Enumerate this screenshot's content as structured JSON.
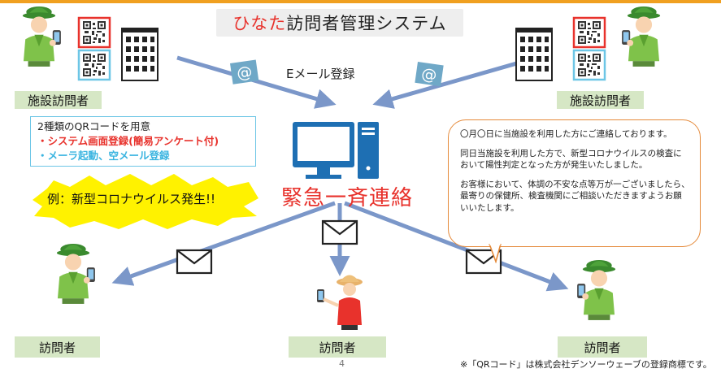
{
  "title": {
    "accent": "ひなた",
    "rest": "訪問者管理システム"
  },
  "labels": {
    "facility_visitor_left": "施設訪問者",
    "facility_visitor_right": "施設訪問者",
    "email_registration": "Eメール登録",
    "emergency_contact": "緊急一斉連絡",
    "visitor_left": "訪問者",
    "visitor_center": "訪問者",
    "visitor_right": "訪問者"
  },
  "qr_info": {
    "line1": "2種類のQRコードを用意",
    "line2": "・システム画面登録(簡易アンケート付)",
    "line3": "・メーラ起動、空メール登録"
  },
  "example": "例：新型コロナウイルス発生!!",
  "notice": {
    "p1": "〇月〇日に当施設を利用した方にご連絡しております。",
    "p2": "同日当施設を利用した方で、新型コロナウイルスの検査において陽性判定となった方が発生いたしました。",
    "p3": "お客様において、体調の不安な点等万が一ございましたら、最寄りの保健所、検査機関にご相談いただきますようお願いいたします。"
  },
  "page_number": "4",
  "footnote": "※「QRコード」は株式会社デンソーウェーブの登録商標です。",
  "colors": {
    "arrow": "#7b97c9",
    "accent_red": "#e8322c",
    "label_green": "#d6e7c5",
    "computer_blue": "#1e6fb3",
    "burst_yellow": "#fff200",
    "qr_border_blue": "#6dc6e6",
    "qr_border_red": "#e8322c",
    "notice_border": "#e58a3a",
    "top_bar": "#f0a020"
  },
  "icons": [
    "building-icon",
    "qr-code-icon",
    "at-sign-icon",
    "computer-icon",
    "envelope-icon",
    "visitor-person-icon"
  ]
}
